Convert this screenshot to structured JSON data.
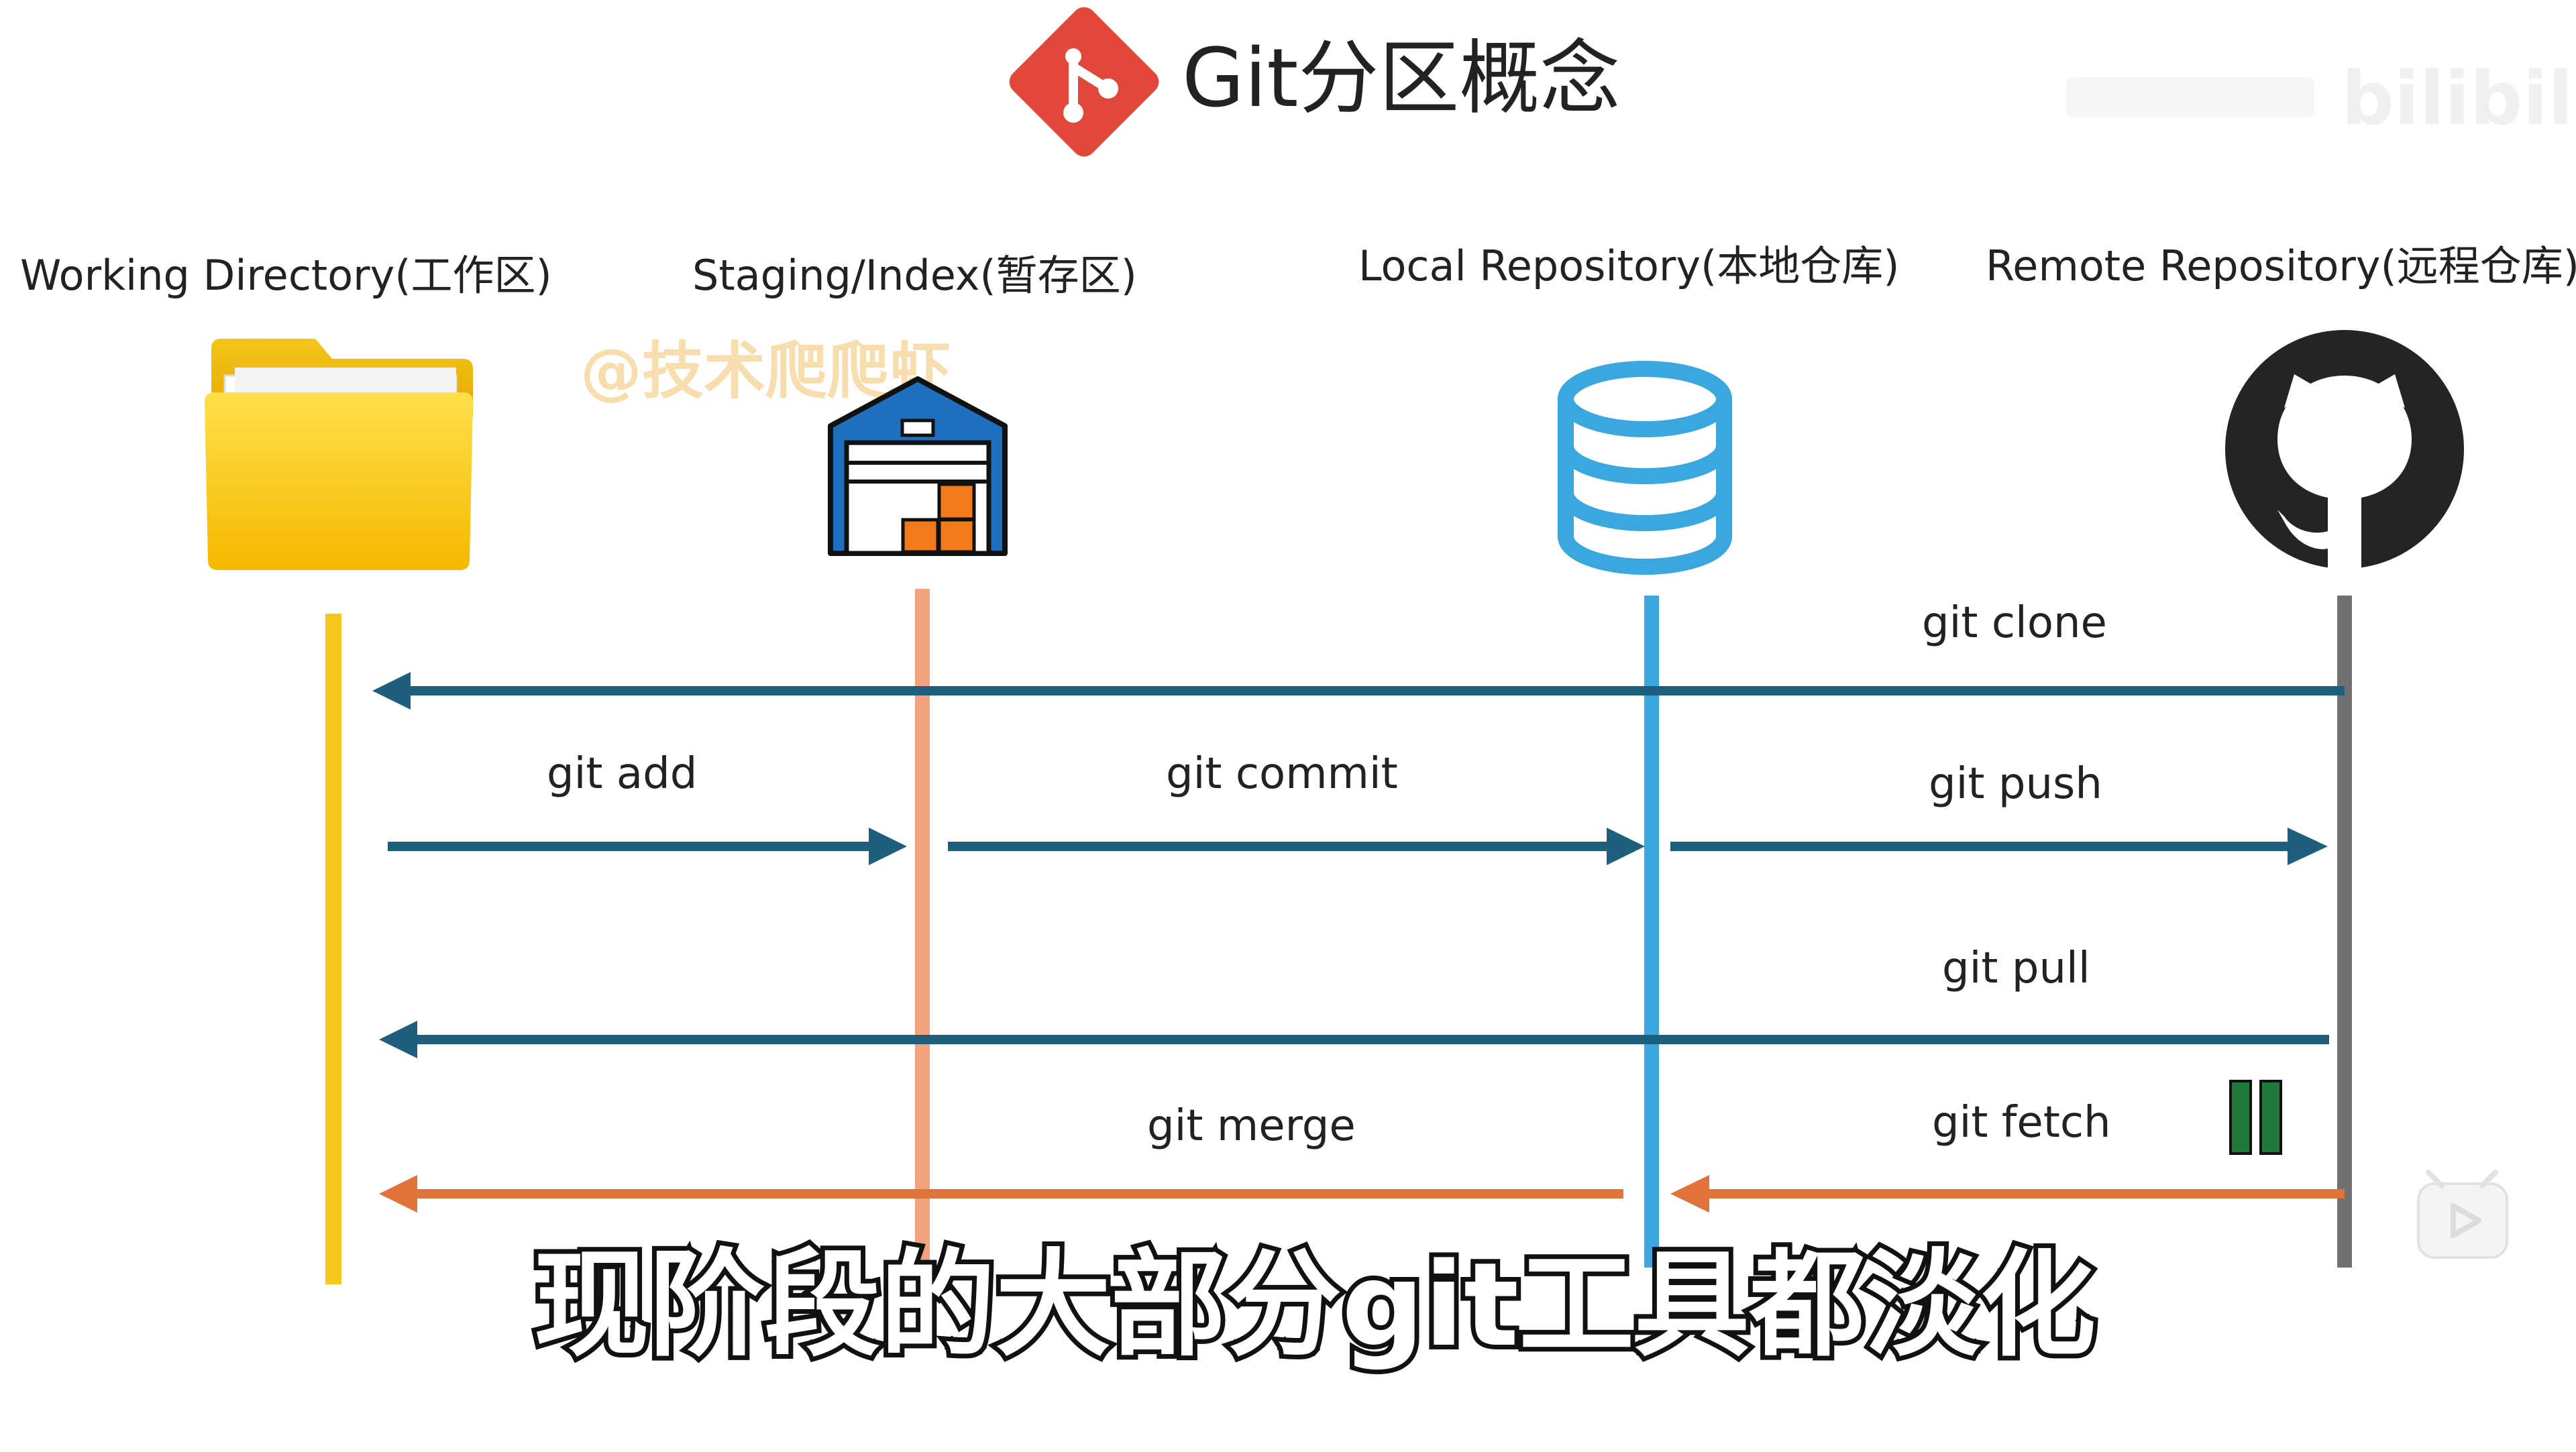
{
  "title": "Git分区概念",
  "watermark_top": "bilibili",
  "watermark_author": "@技术爬爬虾",
  "subtitle": "现阶段的大部分git工具都淡化",
  "areas": [
    {
      "label": "Working Directory(工作区)",
      "icon": "folder-icon",
      "color": "#f7c81b"
    },
    {
      "label": "Staging/Index(暂存区)",
      "icon": "warehouse-icon",
      "color": "#f2a27f"
    },
    {
      "label": "Local Repository(本地仓库)",
      "icon": "database-icon",
      "color": "#3aa7de"
    },
    {
      "label": "Remote Repository(远程仓库)",
      "icon": "github-icon",
      "color": "#707070"
    }
  ],
  "commands": {
    "clone": "git clone",
    "add": "git add",
    "commit": "git commit",
    "push": "git push",
    "pull": "git pull",
    "merge": "git merge",
    "fetch": "git fetch"
  },
  "colors": {
    "arrow_main": "#1f5f7e",
    "arrow_merge": "#e0733a",
    "git_logo": "#e2473b",
    "pause_icon": "#1f7a3a"
  }
}
